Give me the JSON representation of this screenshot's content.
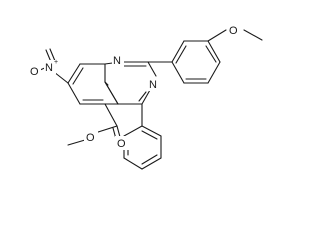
{
  "diagram": {
    "atom_labels": {
      "n1": "N",
      "n3": "N",
      "nitro_n": "N",
      "nitro_o_left": "O",
      "nitro_charge": "+",
      "methoxy_o": "O",
      "ester_o_carbonyl": "O",
      "ester_o_single": "O"
    }
  }
}
